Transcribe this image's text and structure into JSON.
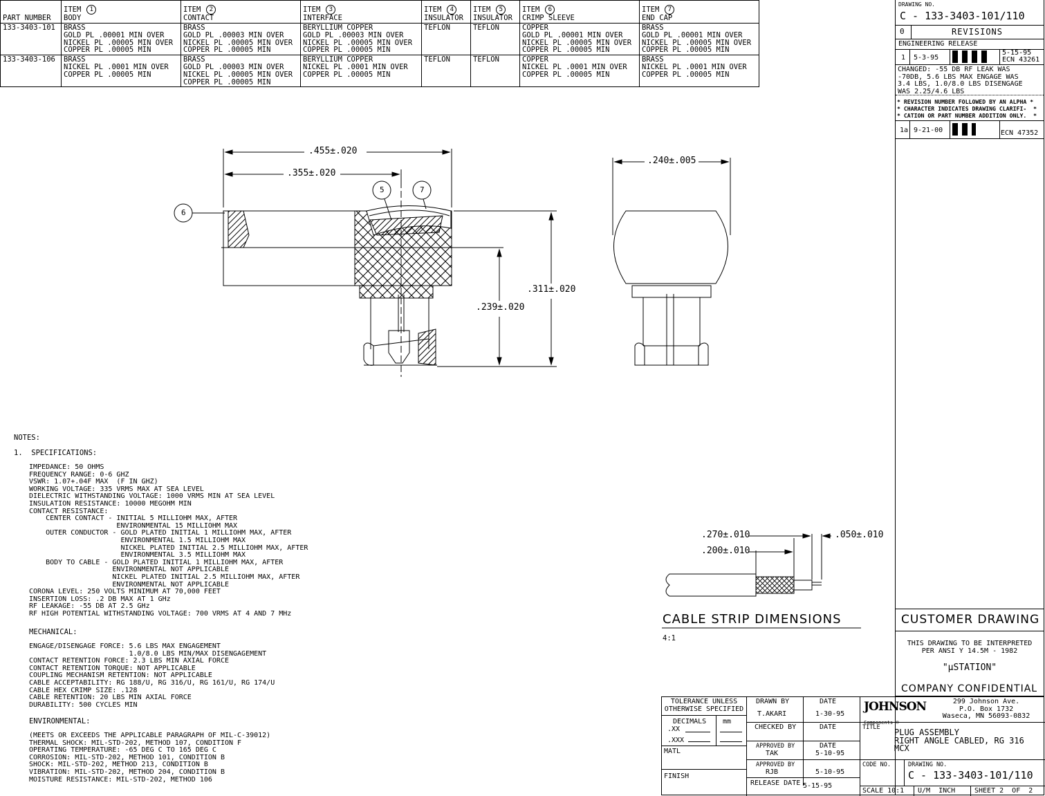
{
  "items_table": {
    "part_number_header": "PART NUMBER",
    "columns": [
      {
        "item": "ITEM",
        "num": "1",
        "name": "BODY"
      },
      {
        "item": "ITEM",
        "num": "2",
        "name": "CONTACT"
      },
      {
        "item": "ITEM",
        "num": "3",
        "name": "INTERFACE"
      },
      {
        "item": "ITEM",
        "num": "4",
        "name": "INSULATOR"
      },
      {
        "item": "ITEM",
        "num": "5",
        "name": "INSULATOR"
      },
      {
        "item": "ITEM",
        "num": "6",
        "name": "CRIMP SLEEVE"
      },
      {
        "item": "ITEM",
        "num": "7",
        "name": "END CAP"
      }
    ],
    "rows": [
      {
        "part": "133-3403-101",
        "cells": [
          "BRASS\nGOLD PL .00001 MIN OVER\nNICKEL PL .00005 MIN OVER\nCOPPER PL .00005 MIN",
          "BRASS\nGOLD PL .00003 MIN OVER\nNICKEL PL .00005 MIN OVER\nCOPPER PL .00005 MIN",
          "BERYLLIUM COPPER\nGOLD PL .00003 MIN OVER\nNICKEL PL .00005 MIN OVER\nCOPPER PL .00005 MIN",
          "TEFLON",
          "TEFLON",
          "COPPER\nGOLD PL .00001 MIN OVER\nNICKEL PL .00005 MIN OVER\nCOPPER PL .00005 MIN",
          "BRASS\nGOLD PL .00001 MIN OVER\nNICKEL PL .00005 MIN OVER\nCOPPER PL .00005 MIN"
        ]
      },
      {
        "part": "133-3403-106",
        "cells": [
          "BRASS\nNICKEL PL .0001 MIN OVER\nCOPPER PL .00005 MIN",
          "BRASS\nGOLD PL .00003 MIN OVER\nNICKEL PL .00005 MIN OVER\nCOPPER PL .00005 MIN",
          "BERYLLIUM COPPER\nNICKEL PL .0001 MIN OVER\nCOPPER PL .00005 MIN",
          "TEFLON",
          "TEFLON",
          "COPPER\nNICKEL PL .0001 MIN OVER\nCOPPER PL .00005 MIN",
          "BRASS\nNICKEL PL .0001 MIN OVER\nCOPPER PL .00005 MIN"
        ]
      }
    ]
  },
  "revisions": {
    "drawing_no_label": "DRAWING NO.",
    "drawing_no": "C - 133-3403-101/110",
    "rev_level": "0",
    "rev_header": "REVISIONS",
    "eng_release": "ENGINEERING RELEASE",
    "rev1": {
      "num": "1",
      "date": "5-3-95",
      "date2": "5-15-95",
      "ecn": "ECN 43261"
    },
    "change_text": "CHANGED: -55 DB RF LEAK WAS\n-70DB, 5.6 LBS MAX ENGAGE WAS\n3.4 LBS, 1.0/8.0 LBS DISENGAGE\nWAS 2.25/4.6 LBS",
    "note_text": "* REVISION NUMBER FOLLOWED BY AN ALPHA *\n* CHARACTER INDICATES DRAWING CLARIFI-  *\n* CATION OR PART NUMBER ADDITION ONLY.  *",
    "rev1a": {
      "num": "1a",
      "date": "9-21-00",
      "ecn": "ECN 47352"
    }
  },
  "dimensions": {
    "overall_length": ".455±.020",
    "body_length": ".355±.020",
    "height_total": ".311±.020",
    "height_center": ".239±.020",
    "side_width": ".240±.005",
    "balloon_5": "5",
    "balloon_6": "6",
    "balloon_7": "7"
  },
  "cable_strip": {
    "dim1": ".270±.010",
    "dim2": ".200±.010",
    "dim3": ".050±.010",
    "title": "CABLE STRIP DIMENSIONS",
    "scale": "4:1"
  },
  "notes": {
    "header": "NOTES:",
    "spec_header": "1.  SPECIFICATIONS:",
    "electrical": "IMPEDANCE: 50 OHMS\nFREQUENCY RANGE: 0-6 GHZ\nVSWR: 1.07+.04F MAX  (F IN GHZ)\nWORKING VOLTAGE: 335 VRMS MAX AT SEA LEVEL\nDIELECTRIC WITHSTANDING VOLTAGE: 1000 VRMS MIN AT SEA LEVEL\nINSULATION RESISTANCE: 10000 MEGOHM MIN\nCONTACT RESISTANCE:\n    CENTER CONTACT - INITIAL 5 MILLIOHM MAX, AFTER\n                     ENVIRONMENTAL 15 MILLIOHM MAX\n    OUTER CONDUCTOR - GOLD PLATED INITIAL 1 MILLIOHM MAX, AFTER\n                      ENVIRONMENTAL 1.5 MILLIOHM MAX\n                      NICKEL PLATED INITIAL 2.5 MILLIOHM MAX, AFTER\n                      ENVIRONMENTAL 3.5 MILLIOHM MAX\n    BODY TO CABLE - GOLD PLATED INITIAL 1 MILLIOHM MAX, AFTER\n                    ENVIRONMENTAL NOT APPLICABLE\n                    NICKEL PLATED INITIAL 2.5 MILLIOHM MAX, AFTER\n                    ENVIRONMENTAL NOT APPLICABLE\nCORONA LEVEL: 250 VOLTS MINIMUM AT 70,000 FEET\nINSERTION LOSS: .2 DB MAX AT 1 GHz\nRF LEAKAGE: -55 DB AT 2.5 GHz\nRF HIGH POTENTIAL WITHSTANDING VOLTAGE: 700 VRMS AT 4 AND 7 MHz",
    "mech_header": "MECHANICAL:",
    "mechanical": "ENGAGE/DISENGAGE FORCE: 5.6 LBS MAX ENGAGEMENT\n                        1.0/8.0 LBS MIN/MAX DISENGAGEMENT\nCONTACT RETENTION FORCE: 2.3 LBS MIN AXIAL FORCE\nCONTACT RETENTION TORQUE: NOT APPLICABLE\nCOUPLING MECHANISM RETENTION: NOT APPLICABLE\nCABLE ACCEPTABILITY: RG 188/U, RG 316/U, RG 161/U, RG 174/U\nCABLE HEX CRIMP SIZE: .128\nCABLE RETENTION: 20 LBS MIN AXIAL FORCE\nDURABILITY: 500 CYCLES MIN",
    "env_header": "ENVIRONMENTAL:",
    "environmental": "(MEETS OR EXCEEDS THE APPLICABLE PARAGRAPH OF MIL-C-39012)\nTHERMAL SHOCK: MIL-STD-202, METHOD 107, CONDITION F\nOPERATING TEMPERATURE: -65 DEG C TO 165 DEG C\nCORROSION: MIL-STD-202, METHOD 101, CONDITION B\nSHOCK: MIL-STD-202, METHOD 213, CONDITION B\nVIBRATION: MIL-STD-202, METHOD 204, CONDITION B\nMOISTURE RESISTANCE: MIL-STD-202, METHOD 106"
  },
  "customer": {
    "title": "CUSTOMER DRAWING",
    "interp": "THIS DRAWING TO BE INTERPRETED\nPER ANSI Y 14.5M - 1982",
    "station": "\"μSTATION\"",
    "confidential": "COMPANY CONFIDENTIAL"
  },
  "title_block": {
    "tolerance": "TOLERANCE UNLESS\nOTHERWISE SPECIFIED",
    "decimals": "DECIMALS",
    "mm": "mm",
    "xx": ".XX",
    "xxx": ".XXX",
    "matl": "MATL",
    "finish": "FINISH",
    "drawn_by_label": "DRAWN BY",
    "drawn_by": "T.AKARI",
    "date_label": "DATE",
    "drawn_date": "1-30-95",
    "checked_by_label": "CHECKED BY",
    "approved1_label": "APPROVED BY",
    "approved1": "TAK",
    "approved1_date": "5-10-95",
    "approved2_label": "APPROVED BY",
    "approved2": "RJB",
    "approved2_date": "5-10-95",
    "release_label": "RELEASE DATE",
    "release_date": "5-15-95",
    "company": "JOHNSON",
    "company_sub": "Components ®",
    "address": "299 Johnson Ave.\nP.O. Box 1732\nWaseca, MN 56093-0832",
    "title_label": "TITLE",
    "title": "PLUG ASSEMBLY\nRIGHT ANGLE CABLED, RG 316\nMCX",
    "code_label": "CODE NO.",
    "drawing_no_label": "DRAWING NO.",
    "drawing_no": "C - 133-3403-101/110",
    "scale": "SCALE 10:1",
    "um": "U/M  INCH",
    "sheet": "SHEET 2  OF  2"
  }
}
